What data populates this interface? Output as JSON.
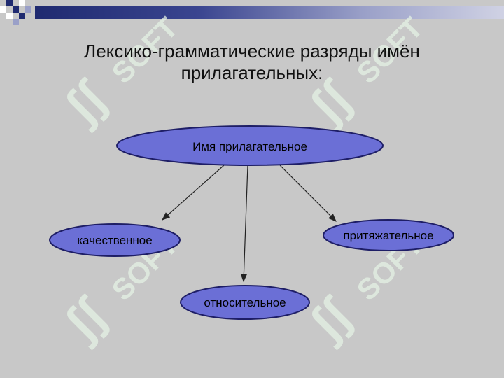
{
  "slide": {
    "title": "Лексико-грамматические разряды имён прилагательных:"
  },
  "diagram": {
    "root": "Имя прилагательное",
    "children": [
      "качественное",
      "относительное",
      "притяжательное"
    ]
  },
  "watermark": {
    "text": "SOFT"
  },
  "colors": {
    "background": "#c8c8c8",
    "node_fill": "#6b6fd6",
    "node_stroke": "#1e1e66",
    "title_bar_dark": "#1f2a70",
    "watermark": "#e6f3e6"
  }
}
